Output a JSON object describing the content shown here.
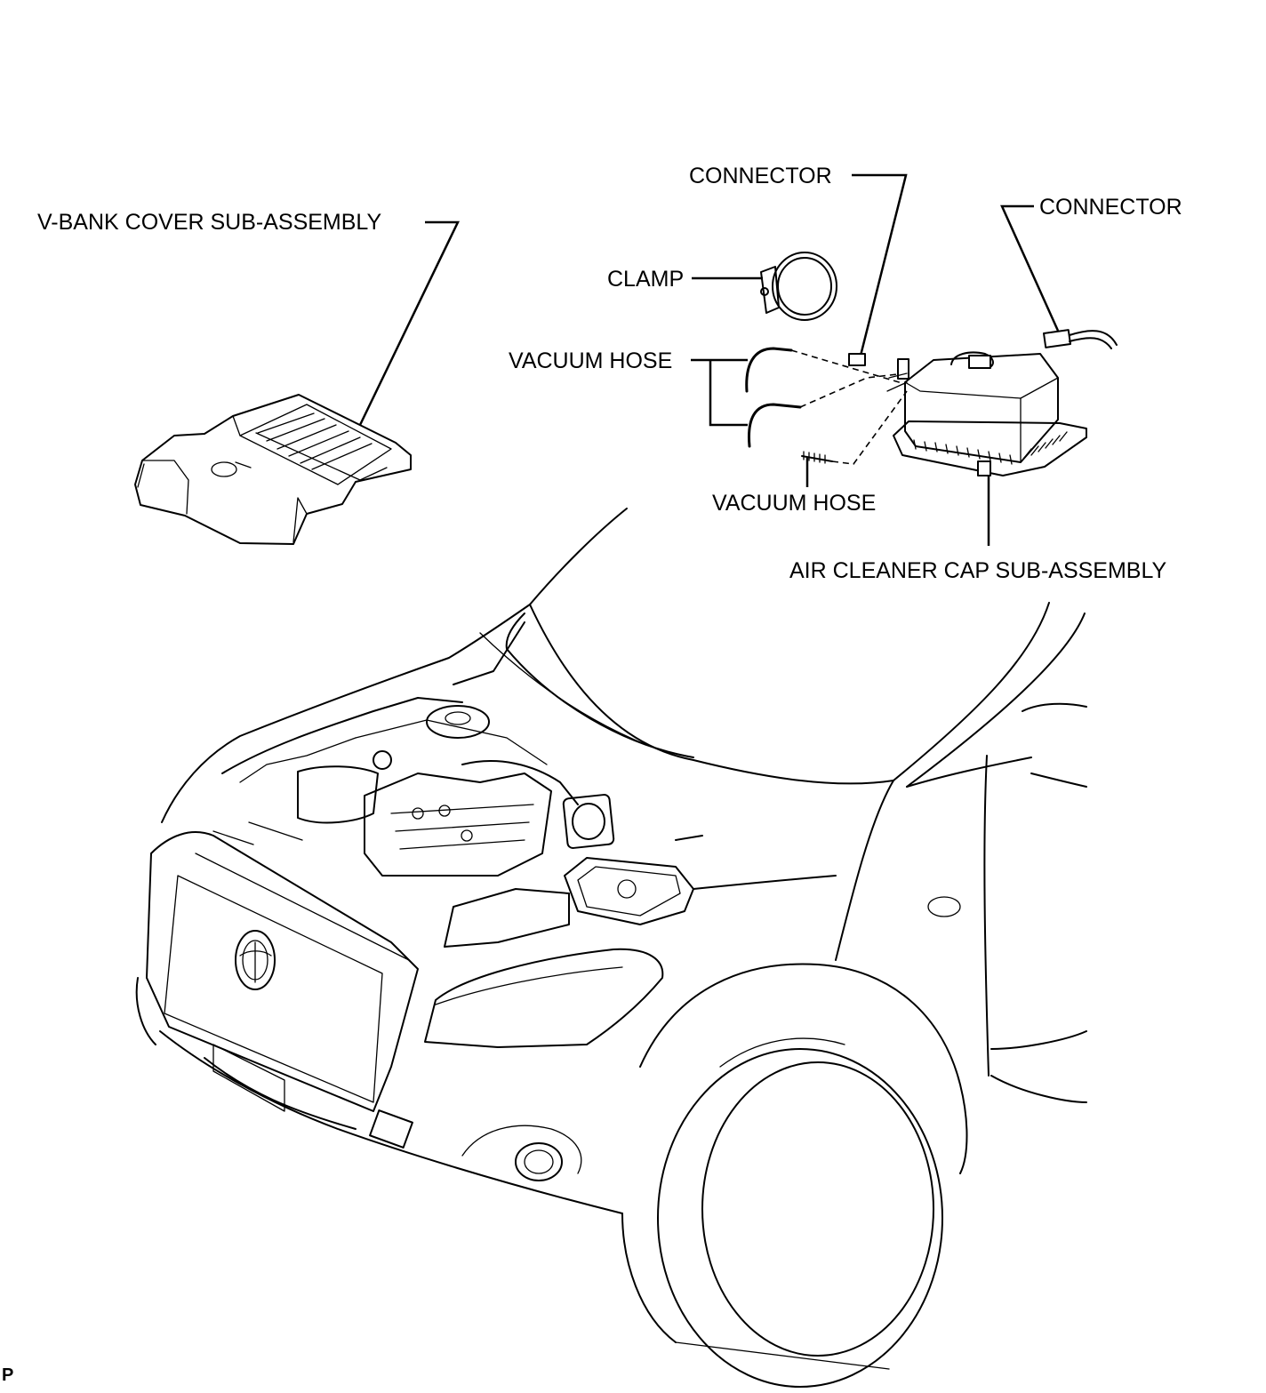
{
  "labels": {
    "vbank_cover": "V-BANK COVER SUB-ASSEMBLY",
    "connector_upper": "CONNECTOR",
    "connector_right": "CONNECTOR",
    "clamp": "CLAMP",
    "vacuum_hose_left": "VACUUM HOSE",
    "vacuum_hose_bottom": "VACUUM HOSE",
    "air_cleaner_cap": "AIR CLEANER CAP SUB-ASSEMBLY"
  },
  "reference_mark": "P"
}
